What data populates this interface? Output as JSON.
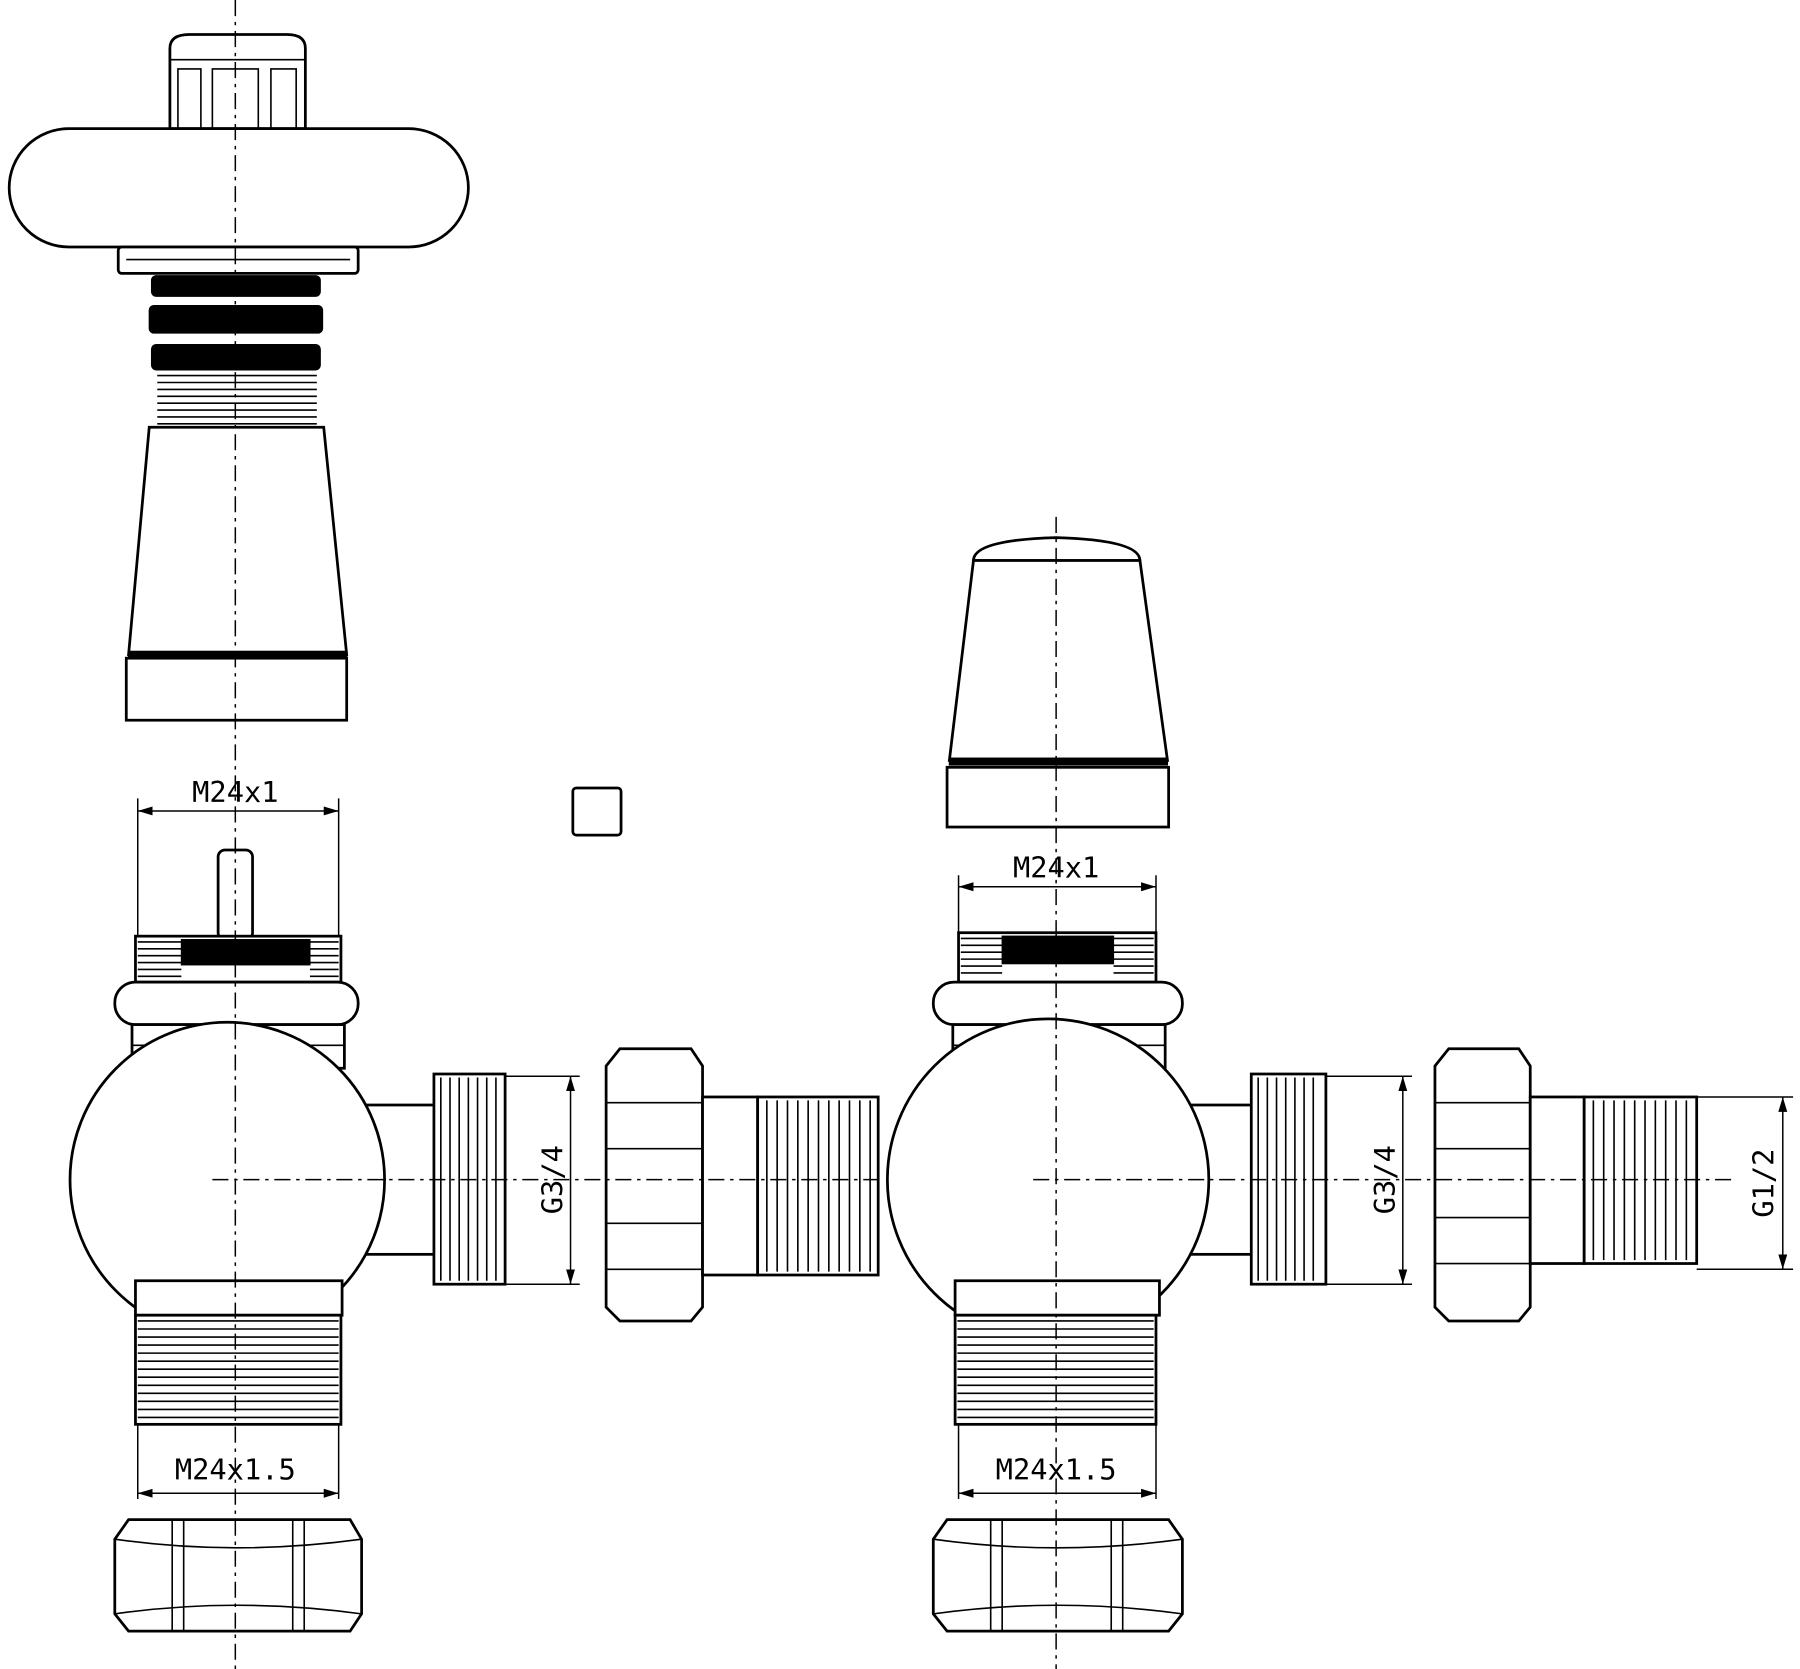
{
  "left_valve": {
    "top_thread": "M24x1",
    "bottom_thread": "M24x1.5",
    "side_thread": "G3/4"
  },
  "right_valve": {
    "top_thread": "M24x1",
    "bottom_thread": "M24x1.5",
    "side_thread": "G3/4",
    "tail_thread": "G1/2"
  }
}
